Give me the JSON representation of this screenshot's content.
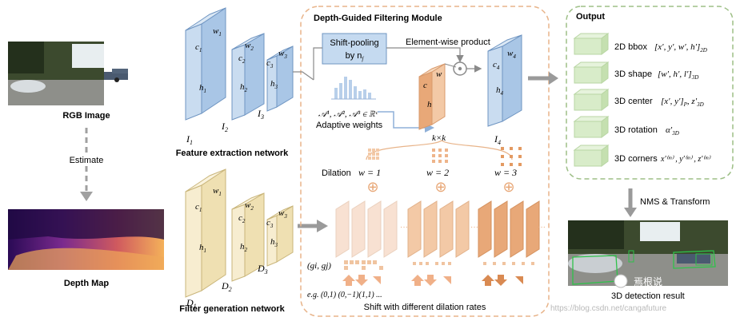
{
  "left": {
    "rgb_label": "RGB Image",
    "estimate_label": "Estimate",
    "depth_label": "Depth Map"
  },
  "feature_net": {
    "title": "Feature extraction network",
    "layers": [
      {
        "c": "c",
        "c_sub": "1",
        "h": "h",
        "h_sub": "1",
        "w": "w",
        "w_sub": "1",
        "name": "I",
        "name_sub": "1"
      },
      {
        "c": "c",
        "c_sub": "2",
        "h": "h",
        "h_sub": "2",
        "w": "w",
        "w_sub": "2",
        "name": "I",
        "name_sub": "2"
      },
      {
        "c": "c",
        "c_sub": "3",
        "h": "h",
        "h_sub": "3",
        "w": "w",
        "w_sub": "3",
        "name": "I",
        "name_sub": "3"
      }
    ]
  },
  "filter_net": {
    "title": "Filter generation network",
    "layers": [
      {
        "c": "c",
        "c_sub": "1",
        "h": "h",
        "h_sub": "1",
        "w": "w",
        "w_sub": "1",
        "name": "D",
        "name_sub": "1"
      },
      {
        "c": "c",
        "c_sub": "2",
        "h": "h",
        "h_sub": "2",
        "w": "w",
        "w_sub": "2",
        "name": "D",
        "name_sub": "2"
      },
      {
        "c": "c",
        "c_sub": "3",
        "h": "h",
        "h_sub": "3",
        "w": "w",
        "w_sub": "3",
        "name": "D",
        "name_sub": "3"
      }
    ]
  },
  "module": {
    "title": "Depth-Guided Filtering Module",
    "shift_pooling_line1": "Shift-pooling",
    "shift_pooling_line2": "by n",
    "shift_pooling_sub": "f",
    "elementwise": "Element-wise product",
    "adaptive_formula": "𝒜¹, 𝒜², 𝒜³ ∈ ℝᶜ",
    "adaptive_label": "Adaptive weights",
    "kernel_label": "k×k",
    "kernel_c": "c",
    "kernel_h": "h",
    "kernel_w": "w",
    "output_c": "c",
    "output_c_sub": "4",
    "output_h": "h",
    "output_h_sub": "4",
    "output_w": "w",
    "output_w_sub": "4",
    "output_name": "I",
    "output_name_sub": "4",
    "dilation_label": "Dilation",
    "dilations": [
      "w = 1",
      "w = 2",
      "w = 3"
    ],
    "gi_gj": "(gi, gj)",
    "example": "e.g. (0,1) (0,−1)(1,1) ...",
    "shift_caption": "Shift with different dilation rates",
    "plus": "⊕",
    "ellipsis": "···"
  },
  "output": {
    "title": "Output",
    "items": [
      {
        "label": "2D bbox",
        "formula": "[x′, y′, w′, h′]",
        "sub": "2D"
      },
      {
        "label": "3D shape",
        "formula": "[w′, h′, l′]",
        "sub": "3D"
      },
      {
        "label": "3D center",
        "formula": "[x′, y′]",
        "sub": "P",
        "extra": ", z′",
        "extra_sub": "3D"
      },
      {
        "label": "3D rotation",
        "formula": "α′",
        "sub": "3D"
      },
      {
        "label": "3D corners",
        "formula": "x′⁽ᵐ⁾ , y′⁽ᵐ⁾ , z′⁽ᵐ⁾",
        "sub": ""
      }
    ],
    "nms_label": "NMS & Transform",
    "detection_label": "3D detection result"
  },
  "watermark": {
    "brand": "焉根说",
    "url": "https://blog.csdn.net/cangafuture"
  },
  "colors": {
    "blue_face": "#a9c6e6",
    "blue_front": "#c9dcf0",
    "blue_stroke": "#6f95c2",
    "yellow_face": "#efe0b2",
    "yellow_front": "#f7edd0",
    "yellow_stroke": "#c9b57a",
    "orange_dash": "#e8b48a",
    "green_dash": "#9dbf86",
    "green_box": "#d8ecc9",
    "kernel_orange": "#e8a878",
    "arrow_gray": "#9a9a9a"
  }
}
